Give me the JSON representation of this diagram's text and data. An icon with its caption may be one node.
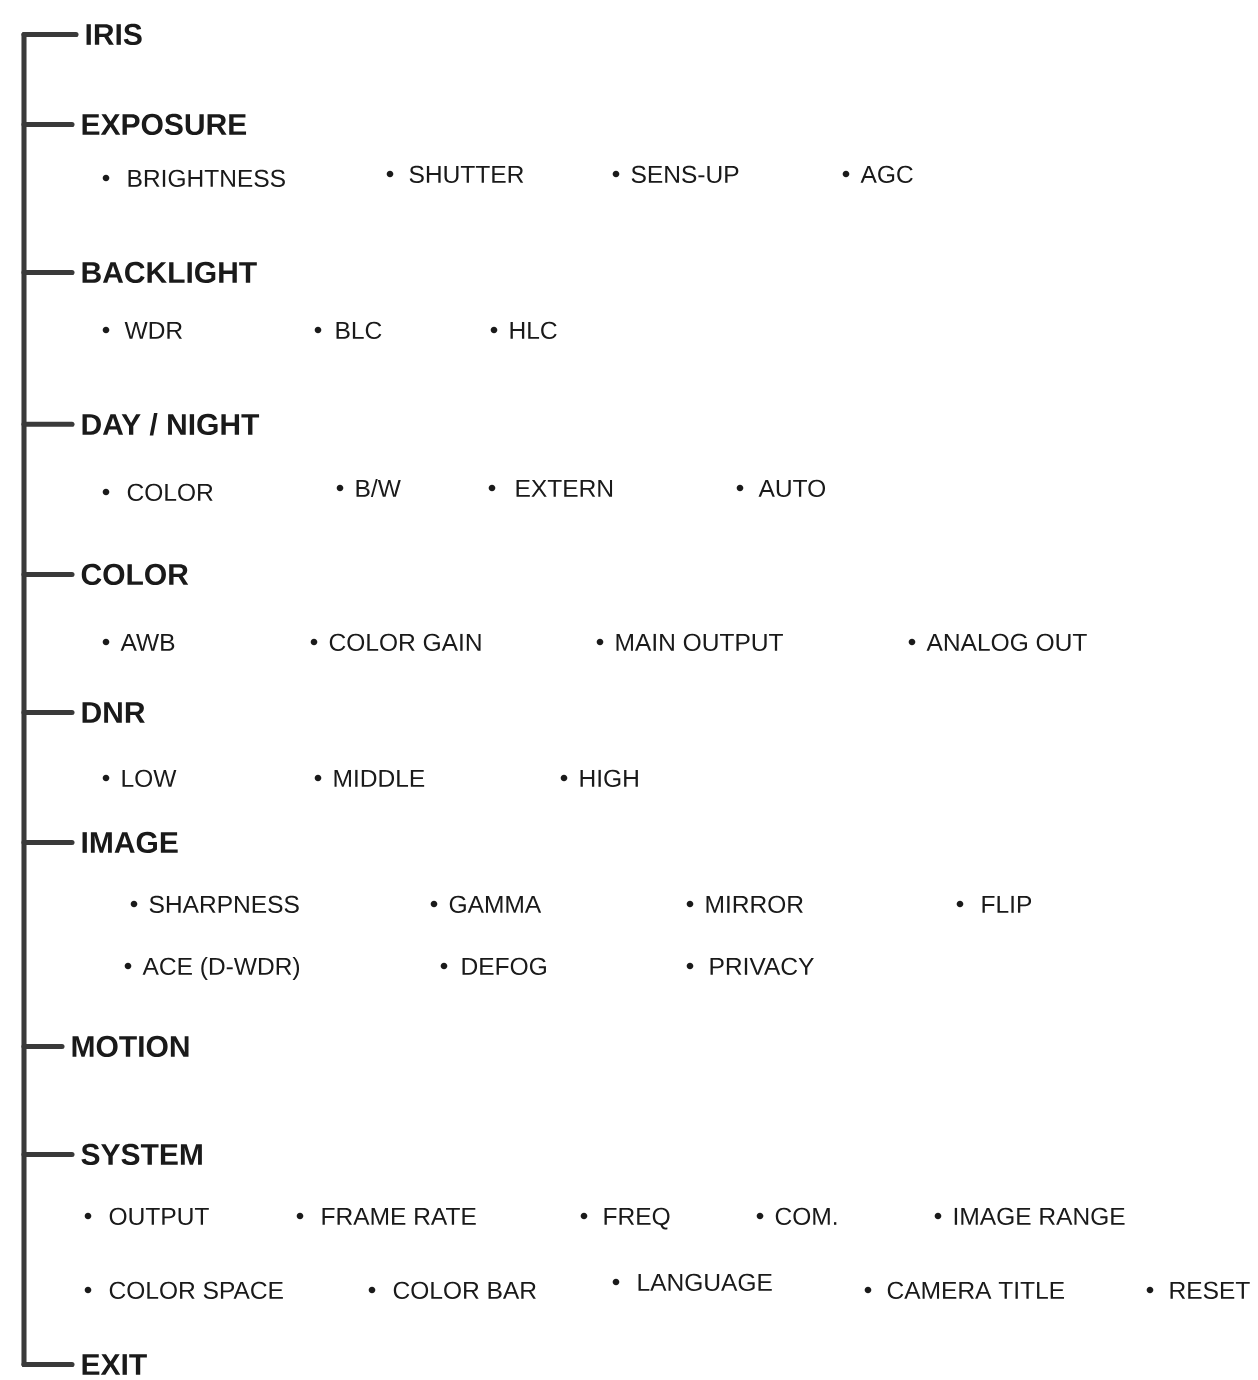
{
  "diagram": {
    "nodes": [
      {
        "text": [
          "IRIS"
        ]
      },
      {
        "text": [
          "EXPOSURE"
        ]
      },
      {
        "text": [
          "BACKLIGHT"
        ]
      },
      {
        "text": [
          "DAY / NIGHT"
        ]
      },
      {
        "text": [
          "COLOR"
        ]
      },
      {
        "text": [
          "DNR"
        ]
      },
      {
        "text": [
          "IMAGE"
        ]
      },
      {
        "text": [
          "MOTION"
        ]
      },
      {
        "text": [
          "SYSTEM"
        ]
      },
      {
        "text": [
          "EXIT"
        ]
      }
    ],
    "edges": [
      {
        "from": null,
        "to": 0,
        "arrow": "none"
      },
      {
        "from": null,
        "to": 1,
        "arrow": "none"
      },
      {
        "from": null,
        "to": 2,
        "arrow": "none"
      },
      {
        "from": null,
        "to": 3,
        "arrow": "none"
      },
      {
        "from": null,
        "to": 4,
        "arrow": "none"
      },
      {
        "from": null,
        "to": 5,
        "arrow": "none"
      },
      {
        "from": null,
        "to": 6,
        "arrow": "none"
      },
      {
        "from": null,
        "to": 7,
        "arrow": "none"
      },
      {
        "from": null,
        "to": 8,
        "arrow": "none"
      },
      {
        "from": null,
        "to": 9,
        "arrow": "none"
      }
    ],
    "labels": [
      "BRIGHTNESS",
      "SHUTTER",
      "SENS-UP",
      "AGC",
      "WDR",
      "BLC",
      "HLC",
      "COLOR",
      "B/W",
      "EXTERN",
      "AUTO",
      "AWB",
      "COLOR GAIN",
      "MAIN OUTPUT",
      "ANALOG OUT",
      "LOW",
      "MIDDLE",
      "HIGH",
      "SHARPNESS",
      "GAMMA",
      "MIRROR",
      "FLIP",
      "ACE (D-WDR)",
      "DEFOG",
      "PRIVACY",
      "OUTPUT",
      "FRAME RATE",
      "FREQ",
      "COM.",
      "IMAGE RANGE",
      "COLOR SPACE",
      "COLOR BAR",
      "LANGUAGE",
      "CAMERA TITLE",
      "RESET"
    ]
  }
}
